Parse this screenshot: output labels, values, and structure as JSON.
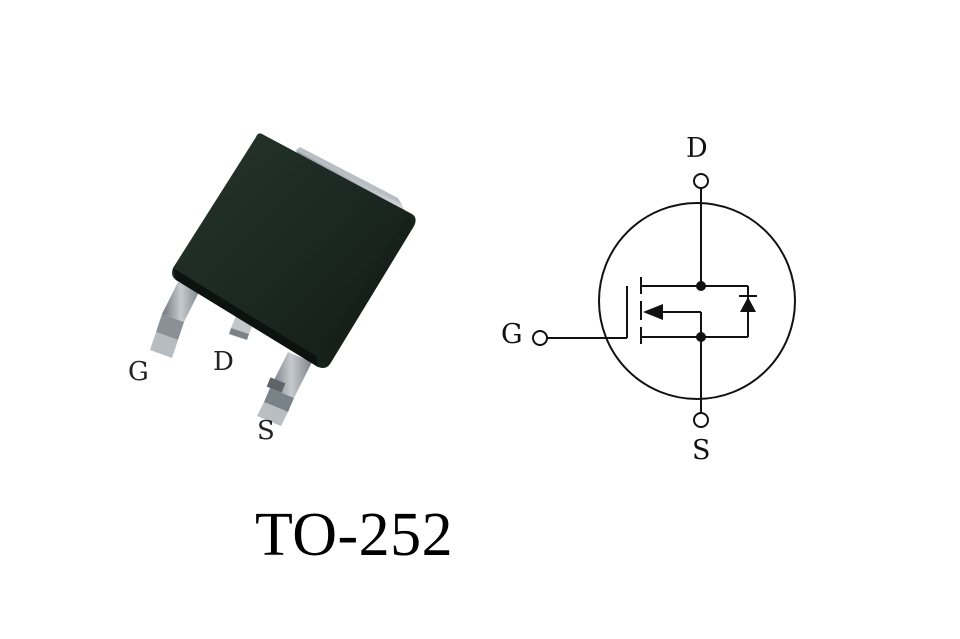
{
  "package": {
    "name": "TO-252",
    "pins": {
      "gate": "G",
      "drain": "D",
      "source": "S"
    }
  },
  "schematic": {
    "labels": {
      "drain": "D",
      "gate": "G",
      "source": "S"
    }
  },
  "colors": {
    "body": "#1e2a24",
    "lead": "#8c9298",
    "line": "#111111"
  }
}
